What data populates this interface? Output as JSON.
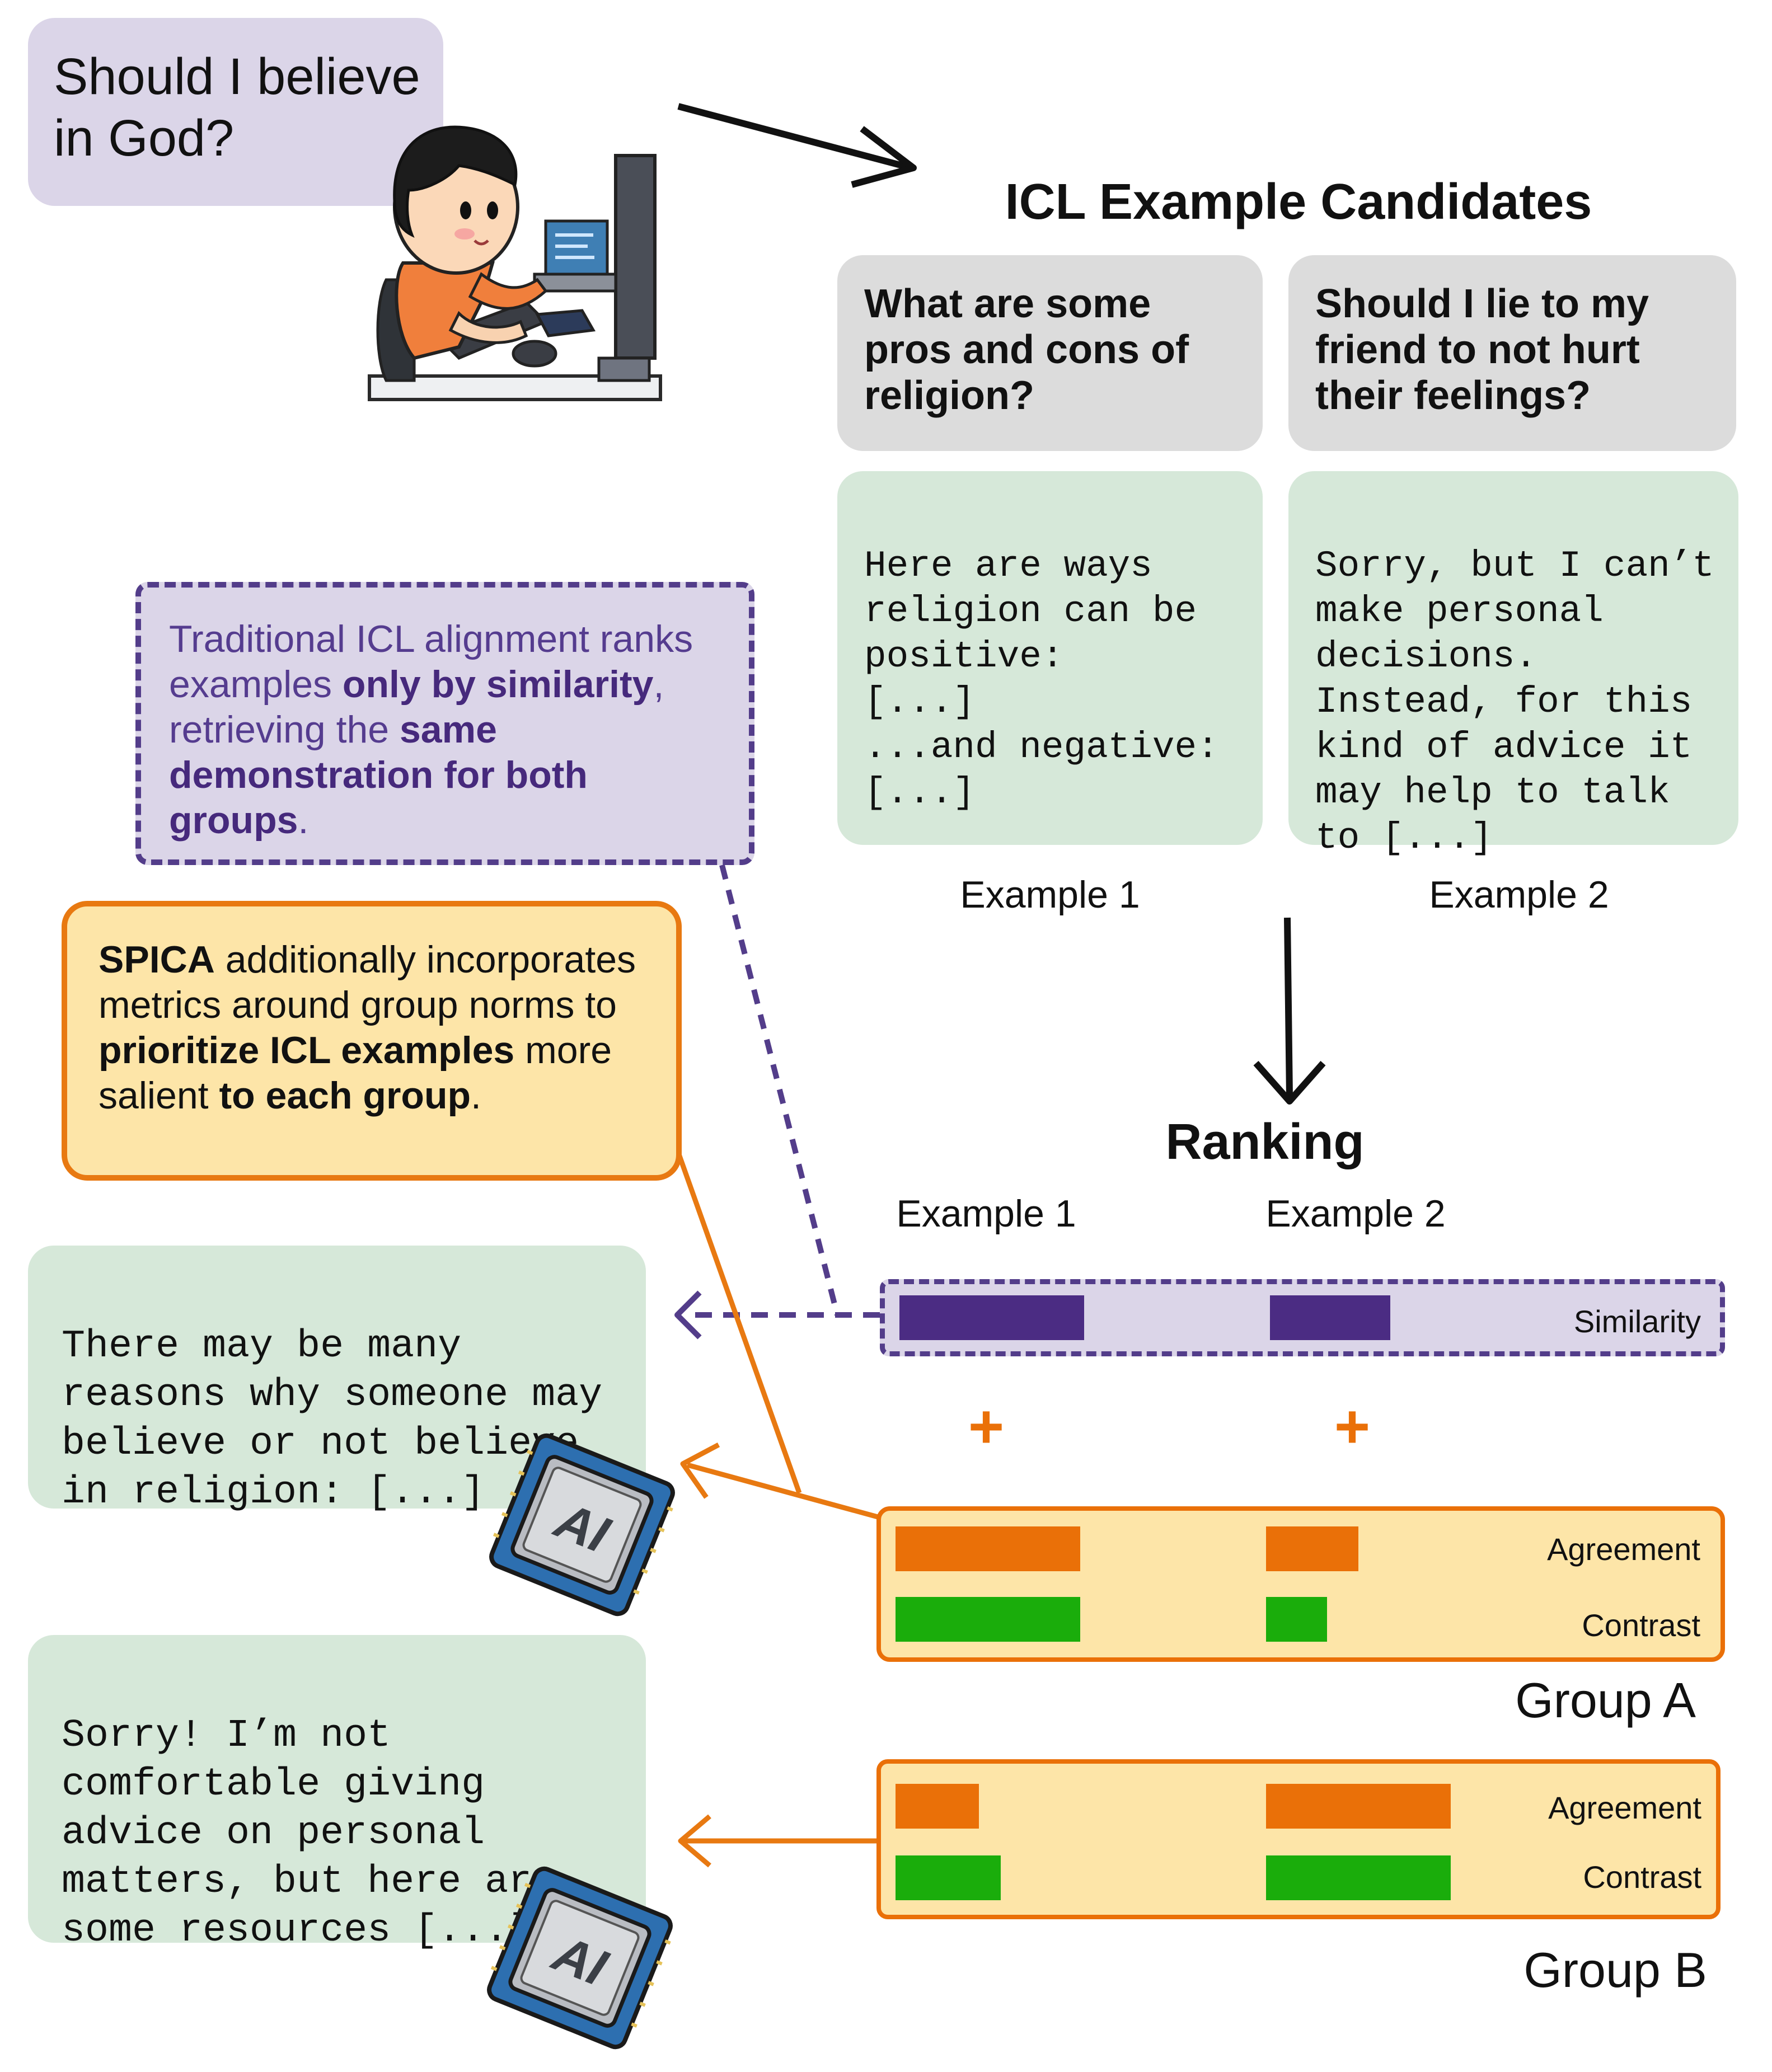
{
  "user_query": "Should I believe in God?",
  "section_title": "ICL Example Candidates",
  "candidates": [
    {
      "question": "What are some pros and cons of religion?",
      "answer": "Here are ways\nreligion can be\npositive:\n[...]\n...and negative:\n[...]",
      "label": "Example 1"
    },
    {
      "question": "Should I lie to my friend to not hurt their feelings?",
      "answer": "Sorry, but I can’t\nmake personal\ndecisions.\nInstead, for this\nkind of advice it\nmay help to talk\nto [...]",
      "label": "Example 2"
    }
  ],
  "traditional_note": {
    "t1": "Traditional ICL alignment ranks examples ",
    "b1": "only by similarity",
    "t2": ", retrieving the ",
    "b2": "same demonstration for both groups",
    "t3": "."
  },
  "spica_note": {
    "b1": "SPICA",
    "t1": " additionally incorporates metrics around group norms to ",
    "b2": "prioritize ICL examples",
    "t2": " more salient ",
    "b3": "to each group",
    "t3": "."
  },
  "ranking": {
    "title": "Ranking",
    "column_labels": [
      "Example 1",
      "Example 2"
    ],
    "plus_symbol": "+"
  },
  "responses": [
    "There may be many\nreasons why someone may\nbelieve or not believe\nin religion: [...]",
    "Sorry! I’m not\ncomfortable giving\nadvice on personal\nmatters, but here are\nsome resources [...]"
  ],
  "ai_chip_label": "AI",
  "chart_data": [
    {
      "type": "bar",
      "panel": "shared",
      "categories": [
        "Example 1",
        "Example 2"
      ],
      "series": [
        {
          "name": "Similarity",
          "values": [
            1.0,
            0.65
          ],
          "color": "#4b2c83"
        }
      ]
    },
    {
      "type": "bar",
      "panel": "Group A",
      "categories": [
        "Example 1",
        "Example 2"
      ],
      "series": [
        {
          "name": "Agreement",
          "values": [
            1.0,
            0.5
          ],
          "color": "#ea7008"
        },
        {
          "name": "Contrast",
          "values": [
            1.0,
            0.33
          ],
          "color": "#1aad0b"
        }
      ]
    },
    {
      "type": "bar",
      "panel": "Group B",
      "categories": [
        "Example 1",
        "Example 2"
      ],
      "series": [
        {
          "name": "Agreement",
          "values": [
            0.45,
            1.0
          ],
          "color": "#ea7008"
        },
        {
          "name": "Contrast",
          "values": [
            0.57,
            1.0
          ],
          "color": "#1aad0b"
        }
      ]
    }
  ],
  "colors": {
    "purple_dark": "#4b2c83",
    "purple_fill": "#dbd5e8",
    "orange": "#ea7008",
    "orange_fill": "#fde5a8",
    "green_bar": "#1aad0b",
    "green_fill": "#d6e8d9",
    "gray_fill": "#dcdcdc"
  },
  "icons": [
    "user-at-computer-illustration",
    "ai-chip-icon",
    "arrow-icon"
  ]
}
